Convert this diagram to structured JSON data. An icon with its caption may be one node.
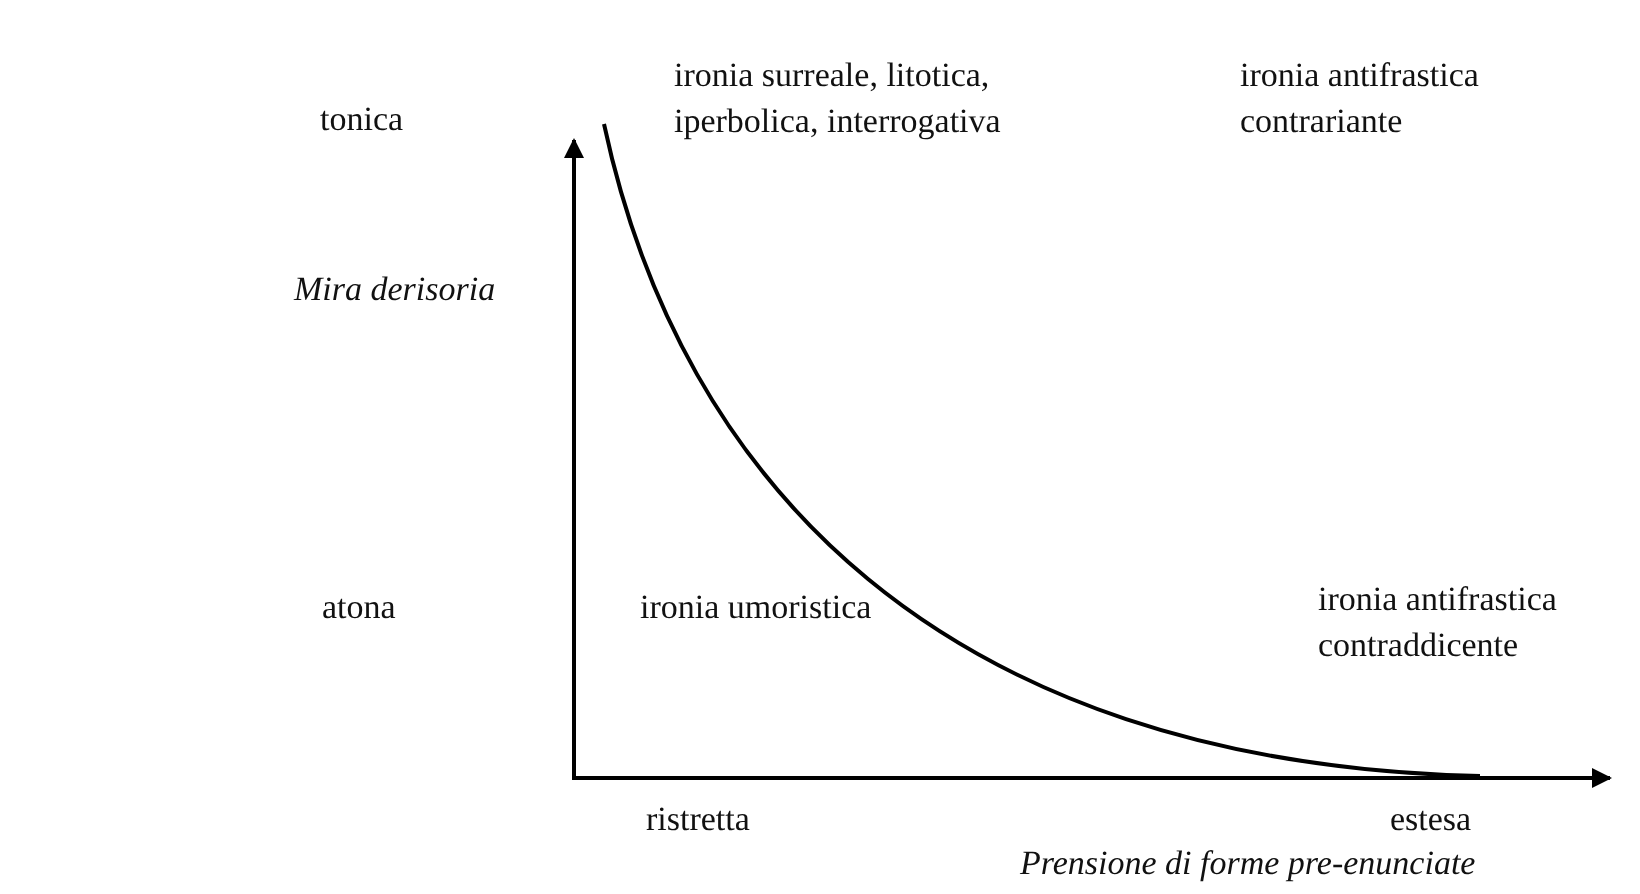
{
  "diagram": {
    "labels": [
      "tonica",
      "ironia surreale, litotica, iperbolica, interrogativa",
      "ironia antifrastica contrariante",
      "Mira derisoria",
      "atona",
      "ironia umoristica",
      "ironia antifrastica contraddicente",
      "ristretta",
      "estesa",
      "Prensione di forme pre-enunciate"
    ]
  }
}
